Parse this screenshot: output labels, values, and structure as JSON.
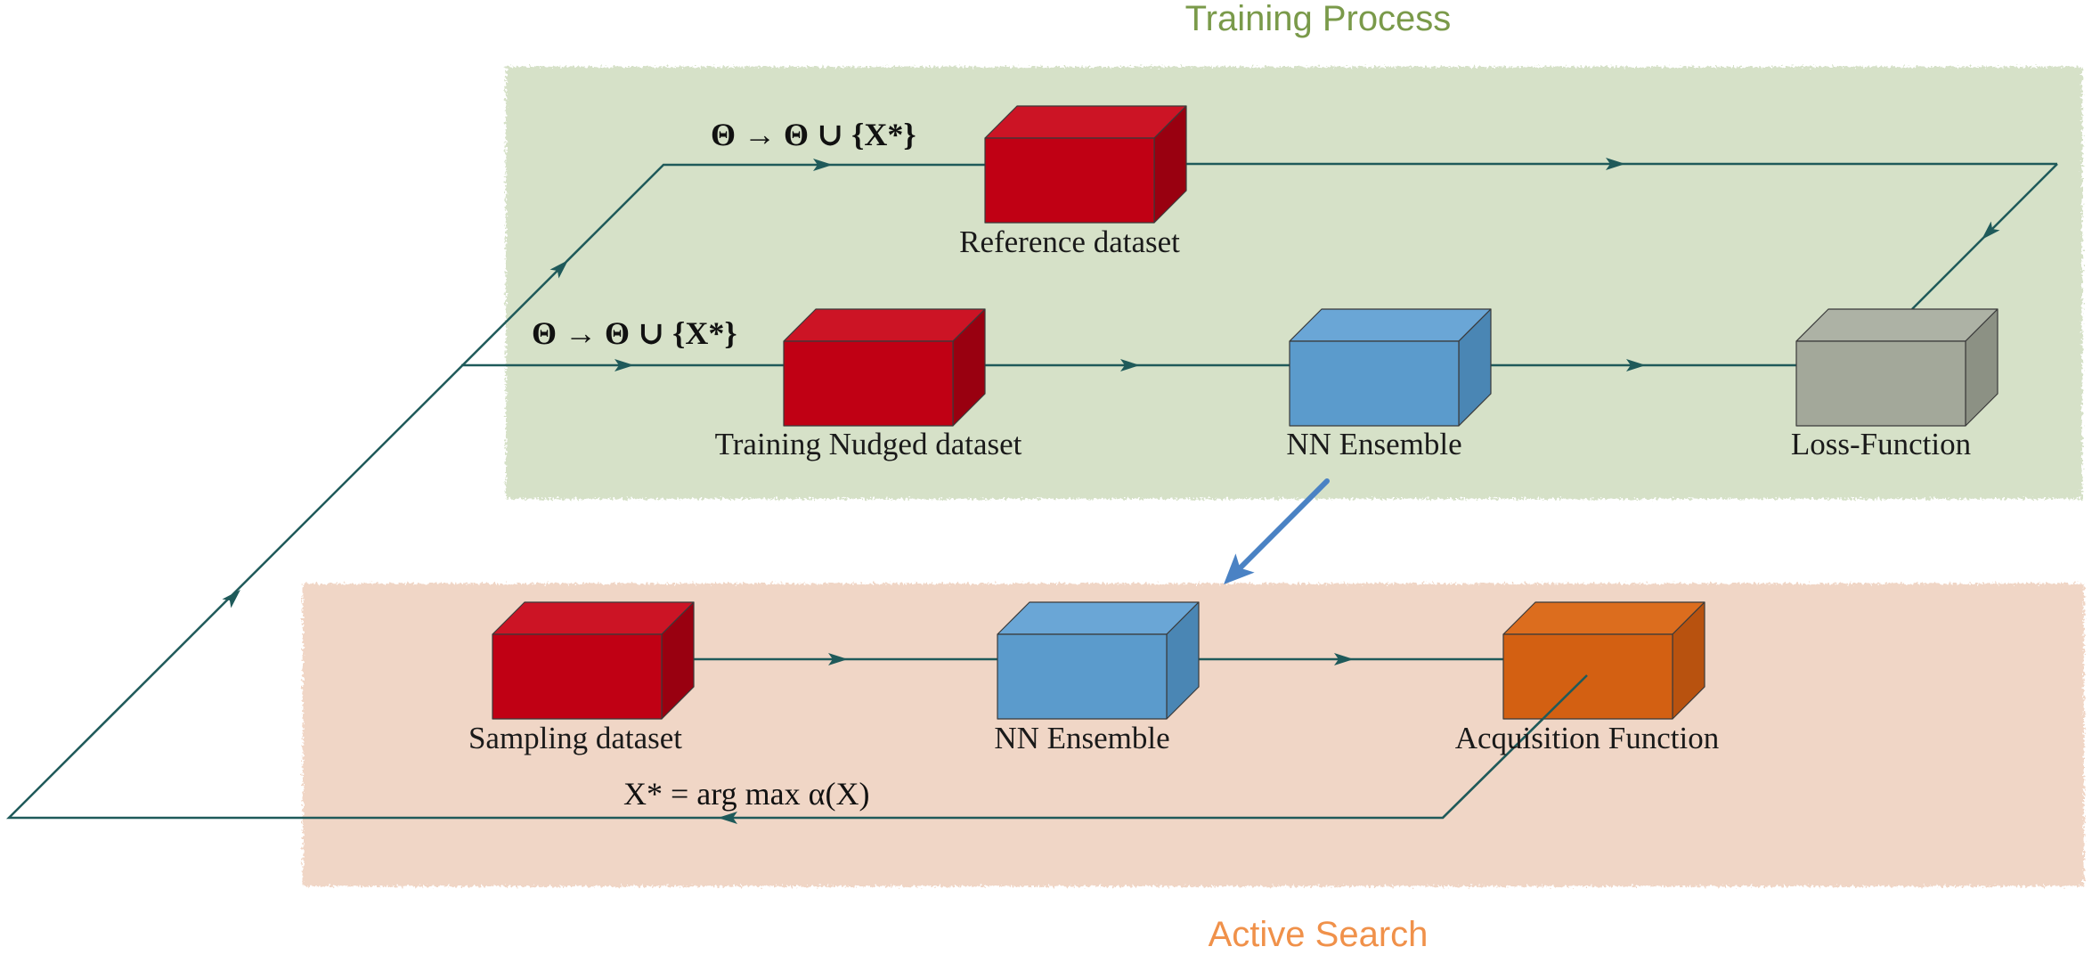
{
  "regions": {
    "training": {
      "title": "Training Process",
      "title_color": "#7a9a4a",
      "fill": "#d6e1c8"
    },
    "active": {
      "title": "Active Search",
      "title_color": "#f0914a",
      "fill": "#f0d6c6"
    }
  },
  "nodes": {
    "reference": {
      "label": "Reference dataset",
      "color": "red"
    },
    "training_nudged": {
      "label": "Training Nudged dataset",
      "color": "red"
    },
    "nn_train": {
      "label": "NN Ensemble",
      "color": "blue"
    },
    "loss": {
      "label": "Loss-Function",
      "color": "gray"
    },
    "sampling": {
      "label": "Sampling dataset",
      "color": "red"
    },
    "nn_active": {
      "label": "NN Ensemble",
      "color": "blue"
    },
    "acquisition": {
      "label": "Acquisition Function",
      "color": "orange"
    }
  },
  "equations": {
    "update_top": "Θ → Θ ∪ {X*}",
    "update_mid": "Θ → Θ ∪ {X*}",
    "argmax": "X* = arg max α(X)"
  },
  "colors": {
    "line": "#1f5a5a",
    "transfer_arrow": "#4a82c4",
    "red": {
      "front": "#c00014",
      "top": "#cc1425",
      "side": "#990010"
    },
    "blue": {
      "front": "#5b9bcc",
      "top": "#6aa6d6",
      "side": "#4a86b4"
    },
    "gray": {
      "front": "#a3a89a",
      "top": "#adb2a5",
      "side": "#8c9184"
    },
    "orange": {
      "front": "#d36012",
      "top": "#dc6d1e",
      "side": "#b8520f"
    }
  }
}
